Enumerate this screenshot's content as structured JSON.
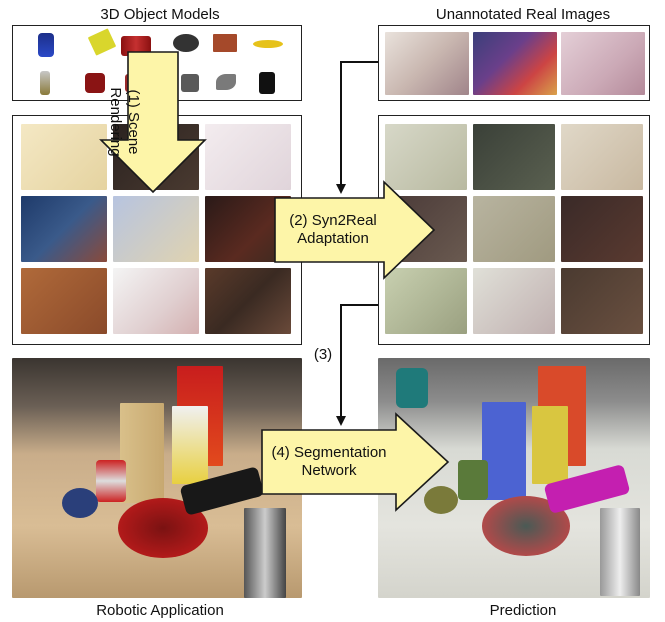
{
  "titles": {
    "object_models": "3D Object Models",
    "real_images": "Unannotated Real Images",
    "robotic_application": "Robotic Application",
    "prediction": "Prediction"
  },
  "steps": {
    "scene_rendering": [
      "(1) Scene",
      "Rendering"
    ],
    "syn2real": [
      "(2) Syn2Real",
      "Adaptation"
    ],
    "step3": "(3)",
    "segmentation": [
      "(4) Segmentation",
      "Network"
    ]
  },
  "colors": {
    "arrow_fill": "#fdf5a8",
    "arrow_stroke": "#1a1a1a",
    "panel_border": "#222222"
  }
}
